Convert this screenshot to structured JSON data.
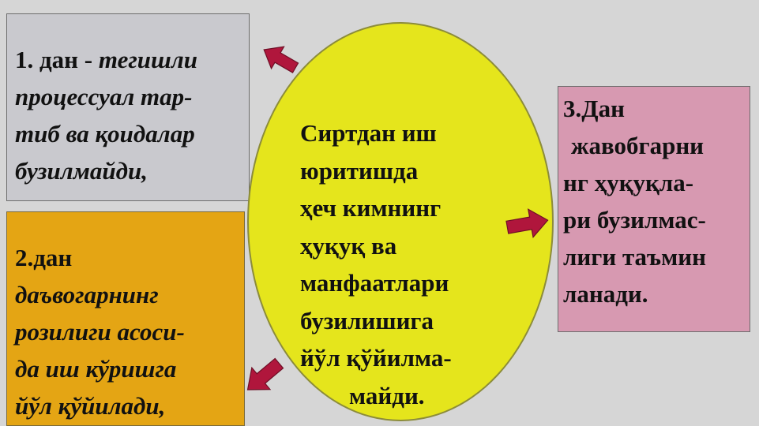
{
  "box1": {
    "lead": "1. дан - ",
    "lines": [
      "тегишли",
      "процессуал тар-",
      "тиб ва қоидалар",
      "бузилмайди,"
    ]
  },
  "box2": {
    "lead": "2.дан",
    "lines": [
      "даъвогарнинг",
      "розилиги асоси-",
      "да иш кўришга",
      "йўл  қўйилади,"
    ]
  },
  "box3": {
    "lines": [
      "3.Дан",
      "жавобгарни",
      "нг ҳуқуқла-",
      "ри бузилмас-",
      "лиги таъмин",
      "ланади."
    ]
  },
  "center": {
    "lines": [
      "Сиртдан иш",
      "юритишда",
      "ҳеч кимнинг",
      "ҳуқуқ ва",
      "манфаатлари",
      "бузилишига",
      "йўл қўйилма-",
      "майди."
    ]
  },
  "colors": {
    "background": "#d6d6d6",
    "box1": "#c9c9ce",
    "box2": "#e4a514",
    "box3": "#d799b1",
    "ellipse": "#e5e51c",
    "arrow": "#b0163c"
  },
  "icons": [
    "arrow-up-left-icon",
    "arrow-right-icon",
    "arrow-down-left-icon"
  ]
}
